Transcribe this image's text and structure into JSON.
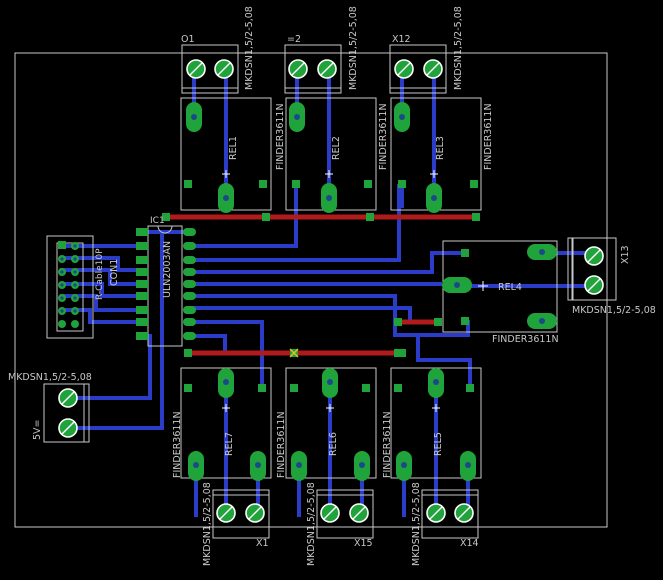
{
  "board": {
    "colors": {
      "background": "#000000",
      "outline": "#c8c8c8",
      "bottom_trace": "#2a3cc8",
      "top_trace": "#b01c1c",
      "pad": "#1fa33a"
    }
  },
  "connectors": {
    "o1": {
      "name": "O1",
      "value": "MKDSN1,5/2-5,08"
    },
    "eq2": {
      "name": "=2",
      "value": "MKDSN1,5/2-5,08"
    },
    "x12": {
      "name": "X12",
      "value": "MKDSN1,5/2-5,08"
    },
    "x13": {
      "name": "X13",
      "value": "MKDSN1,5/2-5,08"
    },
    "power": {
      "name": "5V=",
      "value": "MKDSN1,5/2-5,08"
    },
    "x1": {
      "name": "X1",
      "value": "MKDSN1,5/2-5,08"
    },
    "x15": {
      "name": "X15",
      "value": "MKDSN1,5/2-5,08"
    },
    "x14": {
      "name": "X14",
      "value": "MKDSN1,5/2-5,08"
    }
  },
  "relays": {
    "rel1": {
      "name": "REL1",
      "value": "FINDER3611N"
    },
    "rel2": {
      "name": "REL2",
      "value": "FINDER3611N"
    },
    "rel3": {
      "name": "REL3",
      "value": "FINDER3611N"
    },
    "rel4": {
      "name": "REL4",
      "value": "FINDER3611N"
    },
    "rel7": {
      "name": "REL7",
      "value": "FINDER3611N"
    },
    "rel6": {
      "name": "REL6",
      "value": "FINDER3611N"
    },
    "rel5": {
      "name": "REL5",
      "value": "FINDER3611N"
    }
  },
  "ic": {
    "name": "IC1",
    "value": "ULN2003AN"
  },
  "header": {
    "name": "CON1",
    "value": "R-Cable10P"
  }
}
